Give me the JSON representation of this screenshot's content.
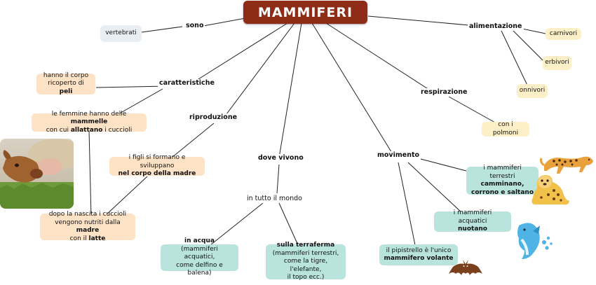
{
  "title": "MAMMIFERI",
  "labels": {
    "sono": "sono",
    "alimentazione": "alimentazione",
    "caratteristiche": "caratteristiche",
    "riproduzione": "riproduzione",
    "respirazione": "respirazione",
    "dove_vivono": "dove vivono",
    "movimento": "movimento",
    "in_tutto_il_mondo": "in tutto il mondo"
  },
  "nodes": {
    "vertebrati": "vertebrati",
    "carnivori": "carnivori",
    "erbivori": "erbivori",
    "onnivori": "onnivori",
    "polmoni": "con i polmoni",
    "corpo_peli": {
      "l1": "hanno il corpo",
      "l2a": "ricoperto di ",
      "l2b": "peli"
    },
    "mammelle": {
      "l1a": "le femmine hanno delle ",
      "l1b": "mammelle",
      "l2a": "con cui ",
      "l2b": "allattano",
      "l2c": " i cuccioli"
    },
    "figli": {
      "l1": "i figli si formano e sviluppano",
      "l2": "nel corpo della madre"
    },
    "nascita": {
      "l1": "dopo la nascita i cuccioli",
      "l2a": "vengono nutriti dalla ",
      "l2b": "madre",
      "l3a": "con il ",
      "l3b": "latte"
    },
    "acqua": {
      "l1": "in acqua",
      "l2": "(mammiferi acquatici,",
      "l3": "come delfino e balena)"
    },
    "terraferma": {
      "l1": "sulla terraferma",
      "l2": "(mammiferi terrestri,",
      "l3": "come la tigre, l'elefante,",
      "l4": "il topo ecc.)"
    },
    "terrestri": {
      "l1": "i mammiferi terrestri",
      "l2": "camminano,",
      "l3": "corrono e saltano"
    },
    "acquatici": {
      "l1": "i mammiferi acquatici",
      "l2": "nuotano"
    },
    "pipistrello": {
      "l1": "il pipistrello è l'unico",
      "l2": "mammifero volante"
    }
  },
  "icons": [
    "calf-photo",
    "cheetah-icon",
    "leopard-icon",
    "dolphin-icon",
    "bat-icon"
  ],
  "colors": {
    "title_bg": "#8e2c18",
    "peach": "#fde2c6",
    "cream": "#fdf0c8",
    "gray": "#e9eef2",
    "teal": "#b9e3dd"
  }
}
